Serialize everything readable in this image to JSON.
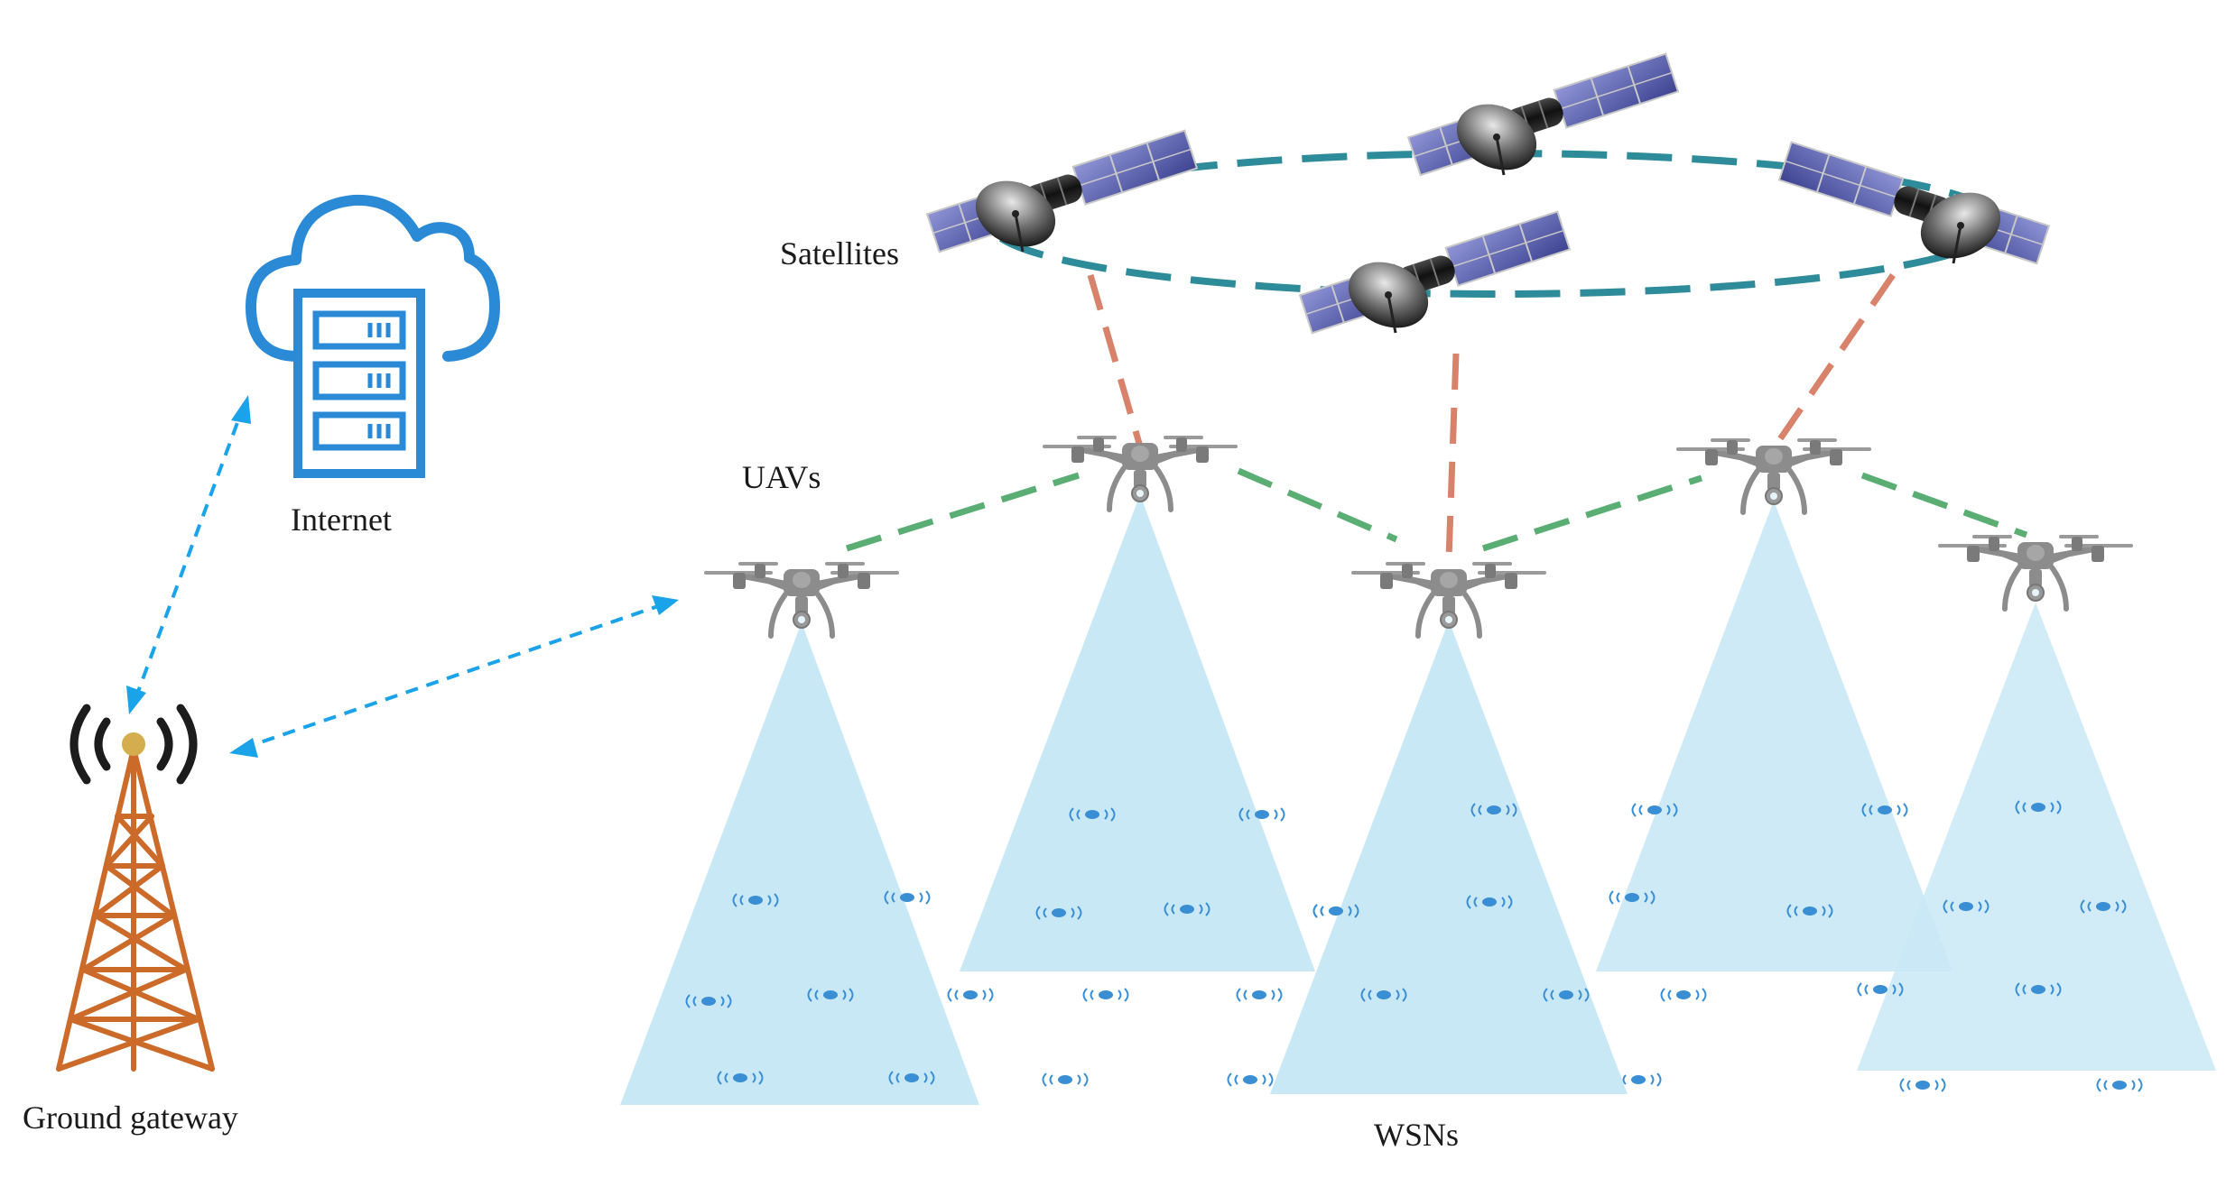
{
  "labels": {
    "satellites": "Satellites",
    "uavs": "UAVs",
    "internet": "Internet",
    "ground_gateway": "Ground gateway",
    "wsns": "WSNs"
  },
  "colors": {
    "orbit": "#2e8b9a",
    "sat_uav_link": "#d9826b",
    "uav_uav_link": "#5aae73",
    "control_link": "#1aa3e8",
    "coverage": "#c9e8f6",
    "cloud": "#2b8ad6",
    "tower": "#cc6a2a",
    "drone": "#8c8c8c",
    "sensor": "#3a8fd4"
  },
  "icons": {
    "internet": "cloud-server-icon",
    "gateway": "radio-tower-icon",
    "uav": "quadcopter-drone-icon",
    "satellite": "satellite-icon",
    "sensor": "wireless-sensor-icon"
  }
}
